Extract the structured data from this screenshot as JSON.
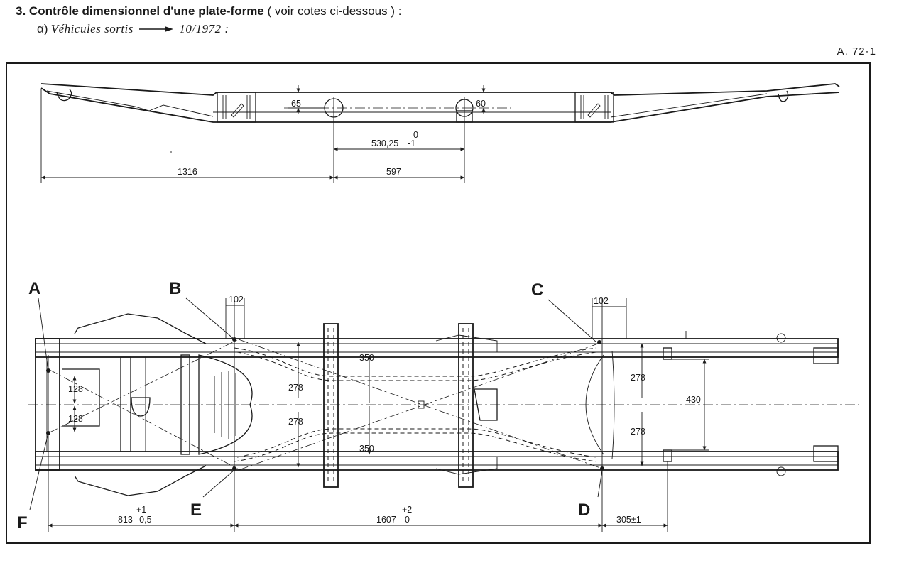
{
  "heading": {
    "number": "3.",
    "title": "Contrôle dimensionnel d'une plate-forme",
    "note": "( voir cotes ci-dessous ) :"
  },
  "subheading": {
    "marker": "α)",
    "label": "Véhicules sortis",
    "date": "10/1972 :"
  },
  "reference": "A. 72-1",
  "side_view_dims": {
    "d65": "65",
    "d60": "60",
    "d530": "530,25",
    "d530_tol_upper": "0",
    "d530_tol_lower": "-1",
    "d1316": "1316",
    "d597": "597"
  },
  "plan_view_dims": {
    "d102_left": "102",
    "d102_right": "102",
    "d128_top": "128",
    "d128_bottom": "128",
    "d278_left_top": "278",
    "d278_left_bottom": "278",
    "d350_top": "350",
    "d350_bottom": "350",
    "d278_right_top": "278",
    "d278_right_bottom": "278",
    "d430": "430",
    "d813": "813",
    "d813_tol_upper": "+1",
    "d813_tol_lower": "-0,5",
    "d1607": "1607",
    "d1607_tol_upper": "+2",
    "d1607_tol_lower": "0",
    "d305": "305±1"
  },
  "points": {
    "A": "A",
    "B": "B",
    "C": "C",
    "D": "D",
    "E": "E",
    "F": "F"
  }
}
